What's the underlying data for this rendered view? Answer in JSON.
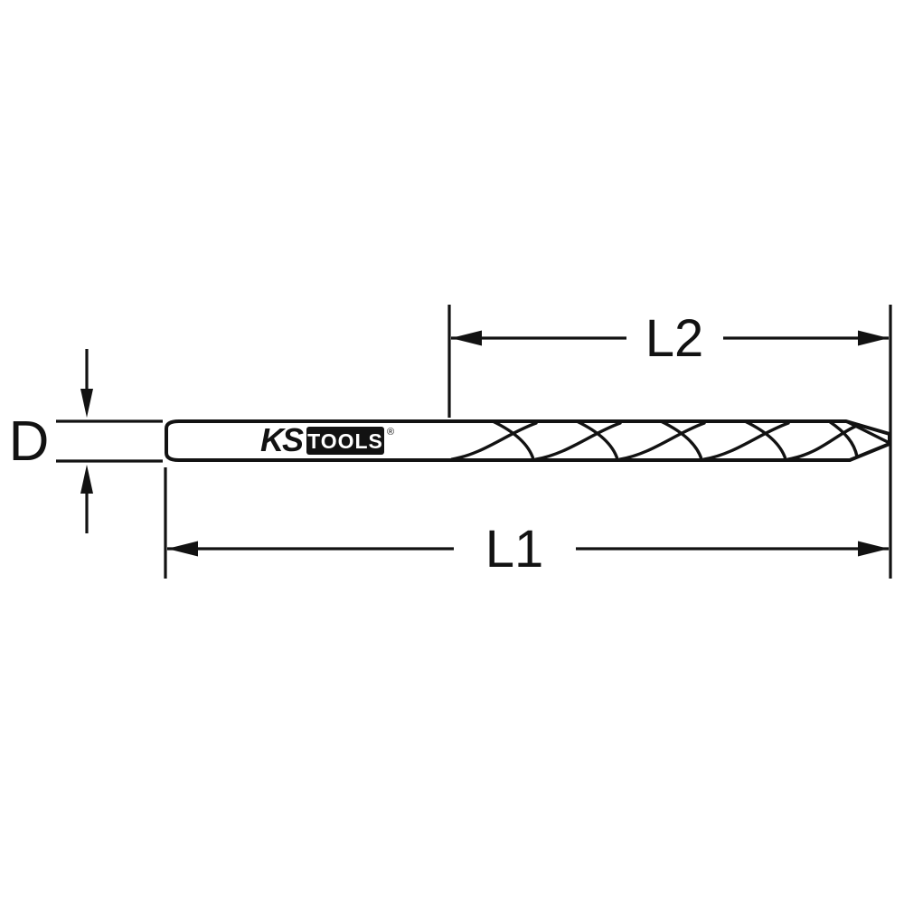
{
  "diagram": {
    "type": "technical-drawing",
    "subject": "twist-drill-bit-dimension-diagram",
    "colors": {
      "background": "#ffffff",
      "line": "#121212",
      "logo_box": "#121212",
      "logo_text": "#ffffff"
    },
    "brand": {
      "ks": "KS",
      "tools": "TOOLS",
      "registered": "®"
    },
    "dimensions": {
      "d": {
        "label": "D"
      },
      "l2": {
        "label": "L2"
      },
      "l1": {
        "label": "L1"
      }
    }
  }
}
